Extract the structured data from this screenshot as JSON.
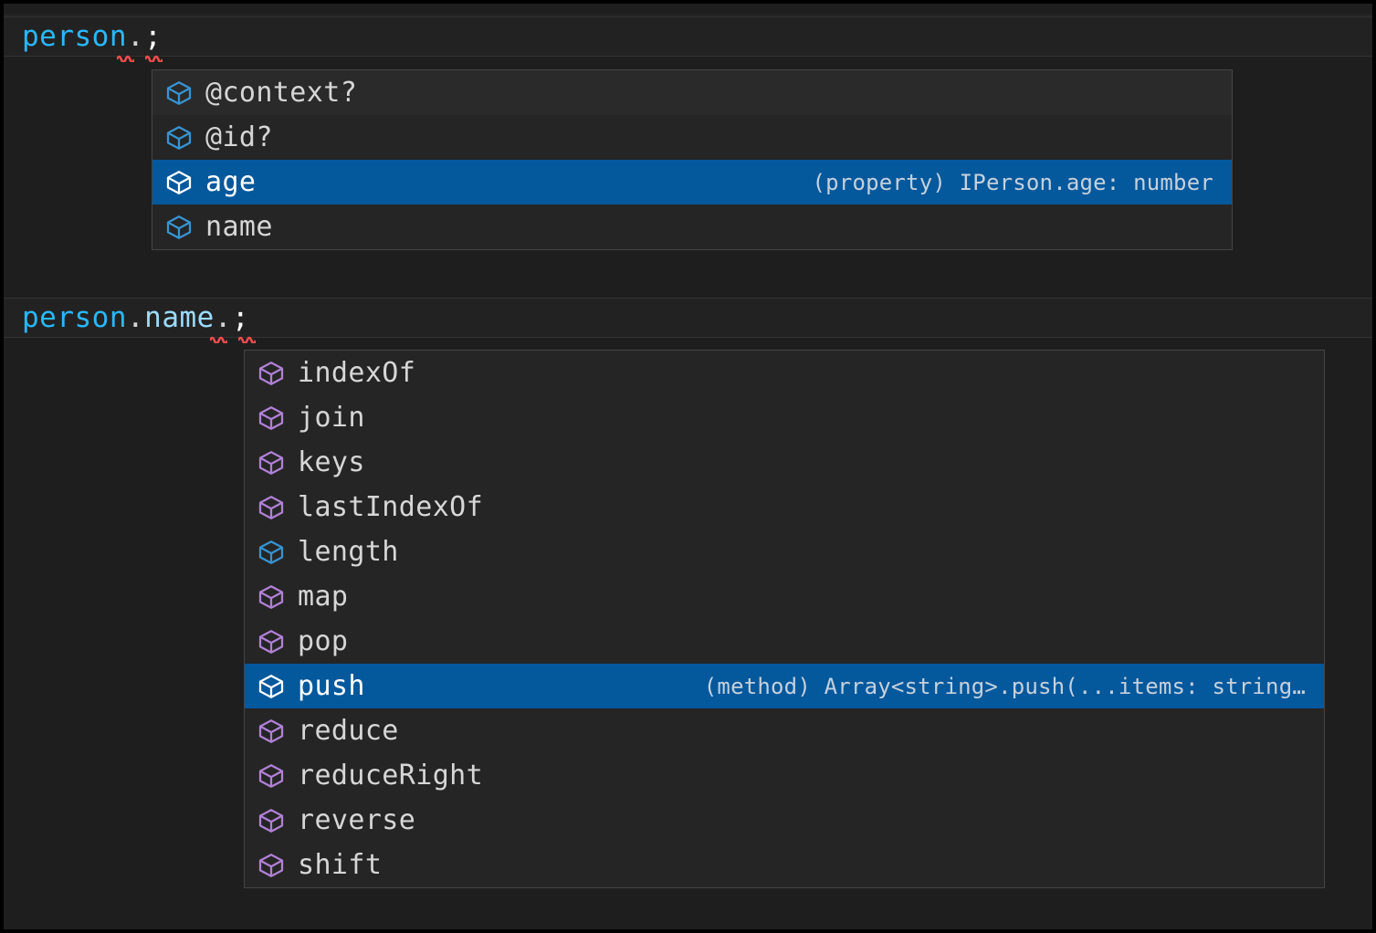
{
  "editor": {
    "theme_bg": "#1e1e1e",
    "line_bg": "#222222",
    "accent_selected": "#04589c",
    "lines": [
      {
        "id": "line-1",
        "segments": [
          {
            "text": "person",
            "kind": "variable",
            "color": "#29b8ff"
          },
          {
            "text": ".",
            "kind": "punctuation",
            "color": "#d4d4d4"
          },
          {
            "text": ";",
            "kind": "punctuation",
            "color": "#ffffff"
          }
        ],
        "full_text": "person.;",
        "error_markers": 2
      },
      {
        "id": "line-2",
        "segments": [
          {
            "text": "person",
            "kind": "variable",
            "color": "#29b8ff"
          },
          {
            "text": ".",
            "kind": "punctuation",
            "color": "#d4d4d4"
          },
          {
            "text": "name",
            "kind": "property",
            "color": "#9cdcfe"
          },
          {
            "text": ".",
            "kind": "punctuation",
            "color": "#d4d4d4"
          },
          {
            "text": ";",
            "kind": "punctuation",
            "color": "#ffffff"
          }
        ],
        "full_text": "person.name.;",
        "error_markers": 2
      }
    ]
  },
  "suggest_widgets": [
    {
      "id": "suggest-1",
      "for_line": "person.;",
      "items": [
        {
          "label": "@context?",
          "icon": "cube-property-icon",
          "icon_color": "#3794d2",
          "detail": "",
          "selected": false
        },
        {
          "label": "@id?",
          "icon": "cube-property-icon",
          "icon_color": "#3794d2",
          "detail": "",
          "selected": false
        },
        {
          "label": "age",
          "icon": "cube-property-icon",
          "icon_color": "#ffffff",
          "detail": "(property) IPerson.age: number",
          "selected": true
        },
        {
          "label": "name",
          "icon": "cube-property-icon",
          "icon_color": "#3794d2",
          "detail": "",
          "selected": false
        }
      ]
    },
    {
      "id": "suggest-2",
      "for_line": "person.name.;",
      "items": [
        {
          "label": "indexOf",
          "icon": "cube-method-icon",
          "icon_color": "#b180d7",
          "detail": "",
          "selected": false
        },
        {
          "label": "join",
          "icon": "cube-method-icon",
          "icon_color": "#b180d7",
          "detail": "",
          "selected": false
        },
        {
          "label": "keys",
          "icon": "cube-method-icon",
          "icon_color": "#b180d7",
          "detail": "",
          "selected": false
        },
        {
          "label": "lastIndexOf",
          "icon": "cube-method-icon",
          "icon_color": "#b180d7",
          "detail": "",
          "selected": false
        },
        {
          "label": "length",
          "icon": "cube-property-icon",
          "icon_color": "#3794d2",
          "detail": "",
          "selected": false
        },
        {
          "label": "map",
          "icon": "cube-method-icon",
          "icon_color": "#b180d7",
          "detail": "",
          "selected": false
        },
        {
          "label": "pop",
          "icon": "cube-method-icon",
          "icon_color": "#b180d7",
          "detail": "",
          "selected": false
        },
        {
          "label": "push",
          "icon": "cube-method-icon",
          "icon_color": "#ffffff",
          "detail": "(method) Array<string>.push(...items: string…",
          "selected": true
        },
        {
          "label": "reduce",
          "icon": "cube-method-icon",
          "icon_color": "#b180d7",
          "detail": "",
          "selected": false
        },
        {
          "label": "reduceRight",
          "icon": "cube-method-icon",
          "icon_color": "#b180d7",
          "detail": "",
          "selected": false
        },
        {
          "label": "reverse",
          "icon": "cube-method-icon",
          "icon_color": "#b180d7",
          "detail": "",
          "selected": false
        },
        {
          "label": "shift",
          "icon": "cube-method-icon",
          "icon_color": "#b180d7",
          "detail": "",
          "selected": false
        }
      ]
    }
  ]
}
